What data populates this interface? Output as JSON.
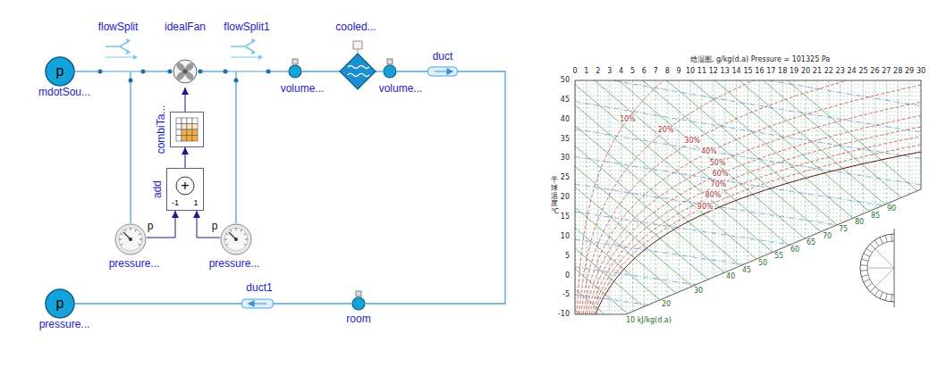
{
  "diagram": {
    "title": "焓湿图, g/kg(d.a) Pressure = 101325 Pa",
    "nodes": [
      {
        "text": [
          "p",
          "mdotSou..."
        ]
      },
      {
        "text": [
          "flowSplit"
        ]
      },
      {
        "text": [
          "idealFan"
        ]
      },
      {
        "text": [
          "flowSplit1"
        ]
      },
      {
        "text": [
          "volume..."
        ]
      },
      {
        "text": [
          "cooled..."
        ]
      },
      {
        "text": [
          "volume..."
        ]
      },
      {
        "text": [
          "duct"
        ]
      },
      {
        "text": [
          "combiTa..."
        ]
      },
      {
        "text": [
          "add",
          "+",
          "-1",
          "1"
        ]
      },
      {
        "text": [
          "p",
          "pressure..."
        ]
      },
      {
        "text": [
          "p",
          "pressure..."
        ]
      },
      {
        "text": [
          "p",
          "pressure..."
        ]
      },
      {
        "text": [
          "duct1"
        ]
      },
      {
        "text": [
          "room"
        ]
      }
    ],
    "edges": [
      {
        "from": 0,
        "to": 1,
        "arrow": "none"
      },
      {
        "from": 1,
        "to": 2,
        "arrow": "none"
      },
      {
        "from": 2,
        "to": 3,
        "arrow": "none"
      },
      {
        "from": 3,
        "to": 4,
        "arrow": "none"
      },
      {
        "from": 4,
        "to": 5,
        "arrow": "none"
      },
      {
        "from": 5,
        "to": 6,
        "arrow": "none"
      },
      {
        "from": 6,
        "to": 7,
        "arrow": "none"
      },
      {
        "from": 7,
        "to": 14,
        "arrow": "none"
      },
      {
        "from": 14,
        "to": 13,
        "arrow": "none"
      },
      {
        "from": 13,
        "to": 12,
        "arrow": "none"
      },
      {
        "from": 1,
        "to": 10,
        "arrow": "none"
      },
      {
        "from": 3,
        "to": 11,
        "arrow": "none"
      },
      {
        "from": 10,
        "to": 9,
        "arrow": "to"
      },
      {
        "from": 11,
        "to": 9,
        "arrow": "to"
      },
      {
        "from": 9,
        "to": 8,
        "arrow": "to"
      },
      {
        "from": 8,
        "to": 2,
        "arrow": "to"
      }
    ],
    "labels": [
      "干球温度 ℃",
      "0",
      "1",
      "2",
      "3",
      "4",
      "5",
      "6",
      "7",
      "8",
      "9",
      "10",
      "11",
      "12",
      "13",
      "14",
      "15",
      "16",
      "17",
      "18",
      "19",
      "20",
      "21",
      "22",
      "23",
      "24",
      "25",
      "26",
      "27",
      "28",
      "29",
      "30",
      "50",
      "45",
      "40",
      "35",
      "30",
      "25",
      "20",
      "15",
      "10",
      "5",
      "0",
      "-5",
      "-10",
      "10%",
      "20%",
      "30%",
      "40%",
      "50%",
      "60%",
      "70%",
      "80%",
      "90%",
      "10 kJ/kg(d.a)",
      "20",
      "30",
      "40",
      "45",
      "50",
      "55",
      "60",
      "65",
      "70",
      "75",
      "80",
      "85",
      "90"
    ]
  }
}
